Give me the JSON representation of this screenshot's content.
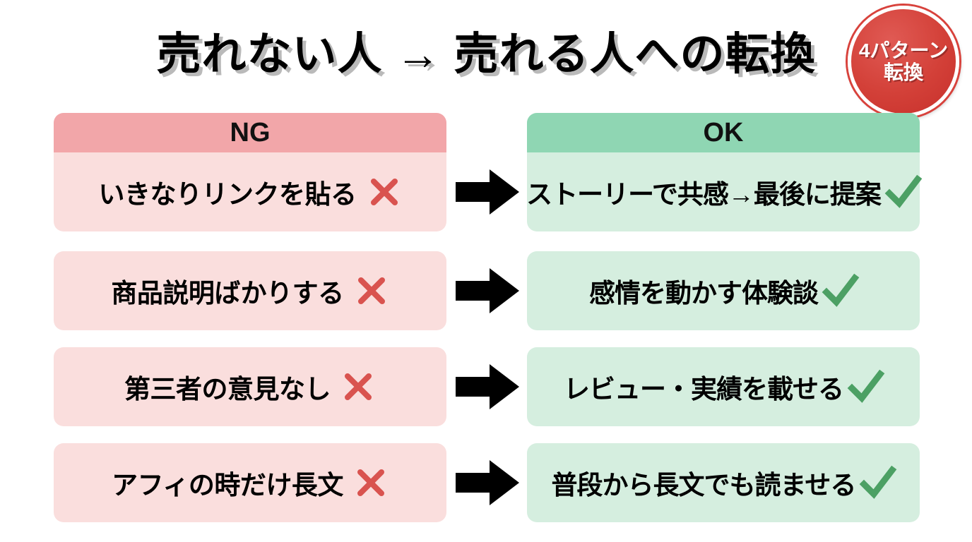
{
  "title": "売れない人 → 売れる人への転換",
  "badge": {
    "line1": "4パターン",
    "line2": "転換"
  },
  "columns": {
    "ng_label": "NG",
    "ok_label": "OK"
  },
  "colors": {
    "ng_header": "#F2A6A9",
    "ng_body": "#FADEDD",
    "ok_header": "#8FD6B3",
    "ok_body": "#D5EEDF",
    "badge_red": "#D34038",
    "x_red": "#D9534F",
    "check_green": "#4CA064",
    "arrow_black": "#000000",
    "background": "#FFFFFF"
  },
  "icons": {
    "x": "cross-mark-icon",
    "check": "check-mark-icon",
    "arrow": "right-arrow-icon"
  },
  "rows": [
    {
      "ng": "いきなりリンクを貼る",
      "ok": "ストーリーで共感→最後に提案"
    },
    {
      "ng": "商品説明ばかりする",
      "ok": "感情を動かす体験談"
    },
    {
      "ng": "第三者の意見なし",
      "ok": "レビュー・実績を載せる"
    },
    {
      "ng": "アフィの時だけ長文",
      "ok": "普段から長文でも読ませる"
    }
  ]
}
